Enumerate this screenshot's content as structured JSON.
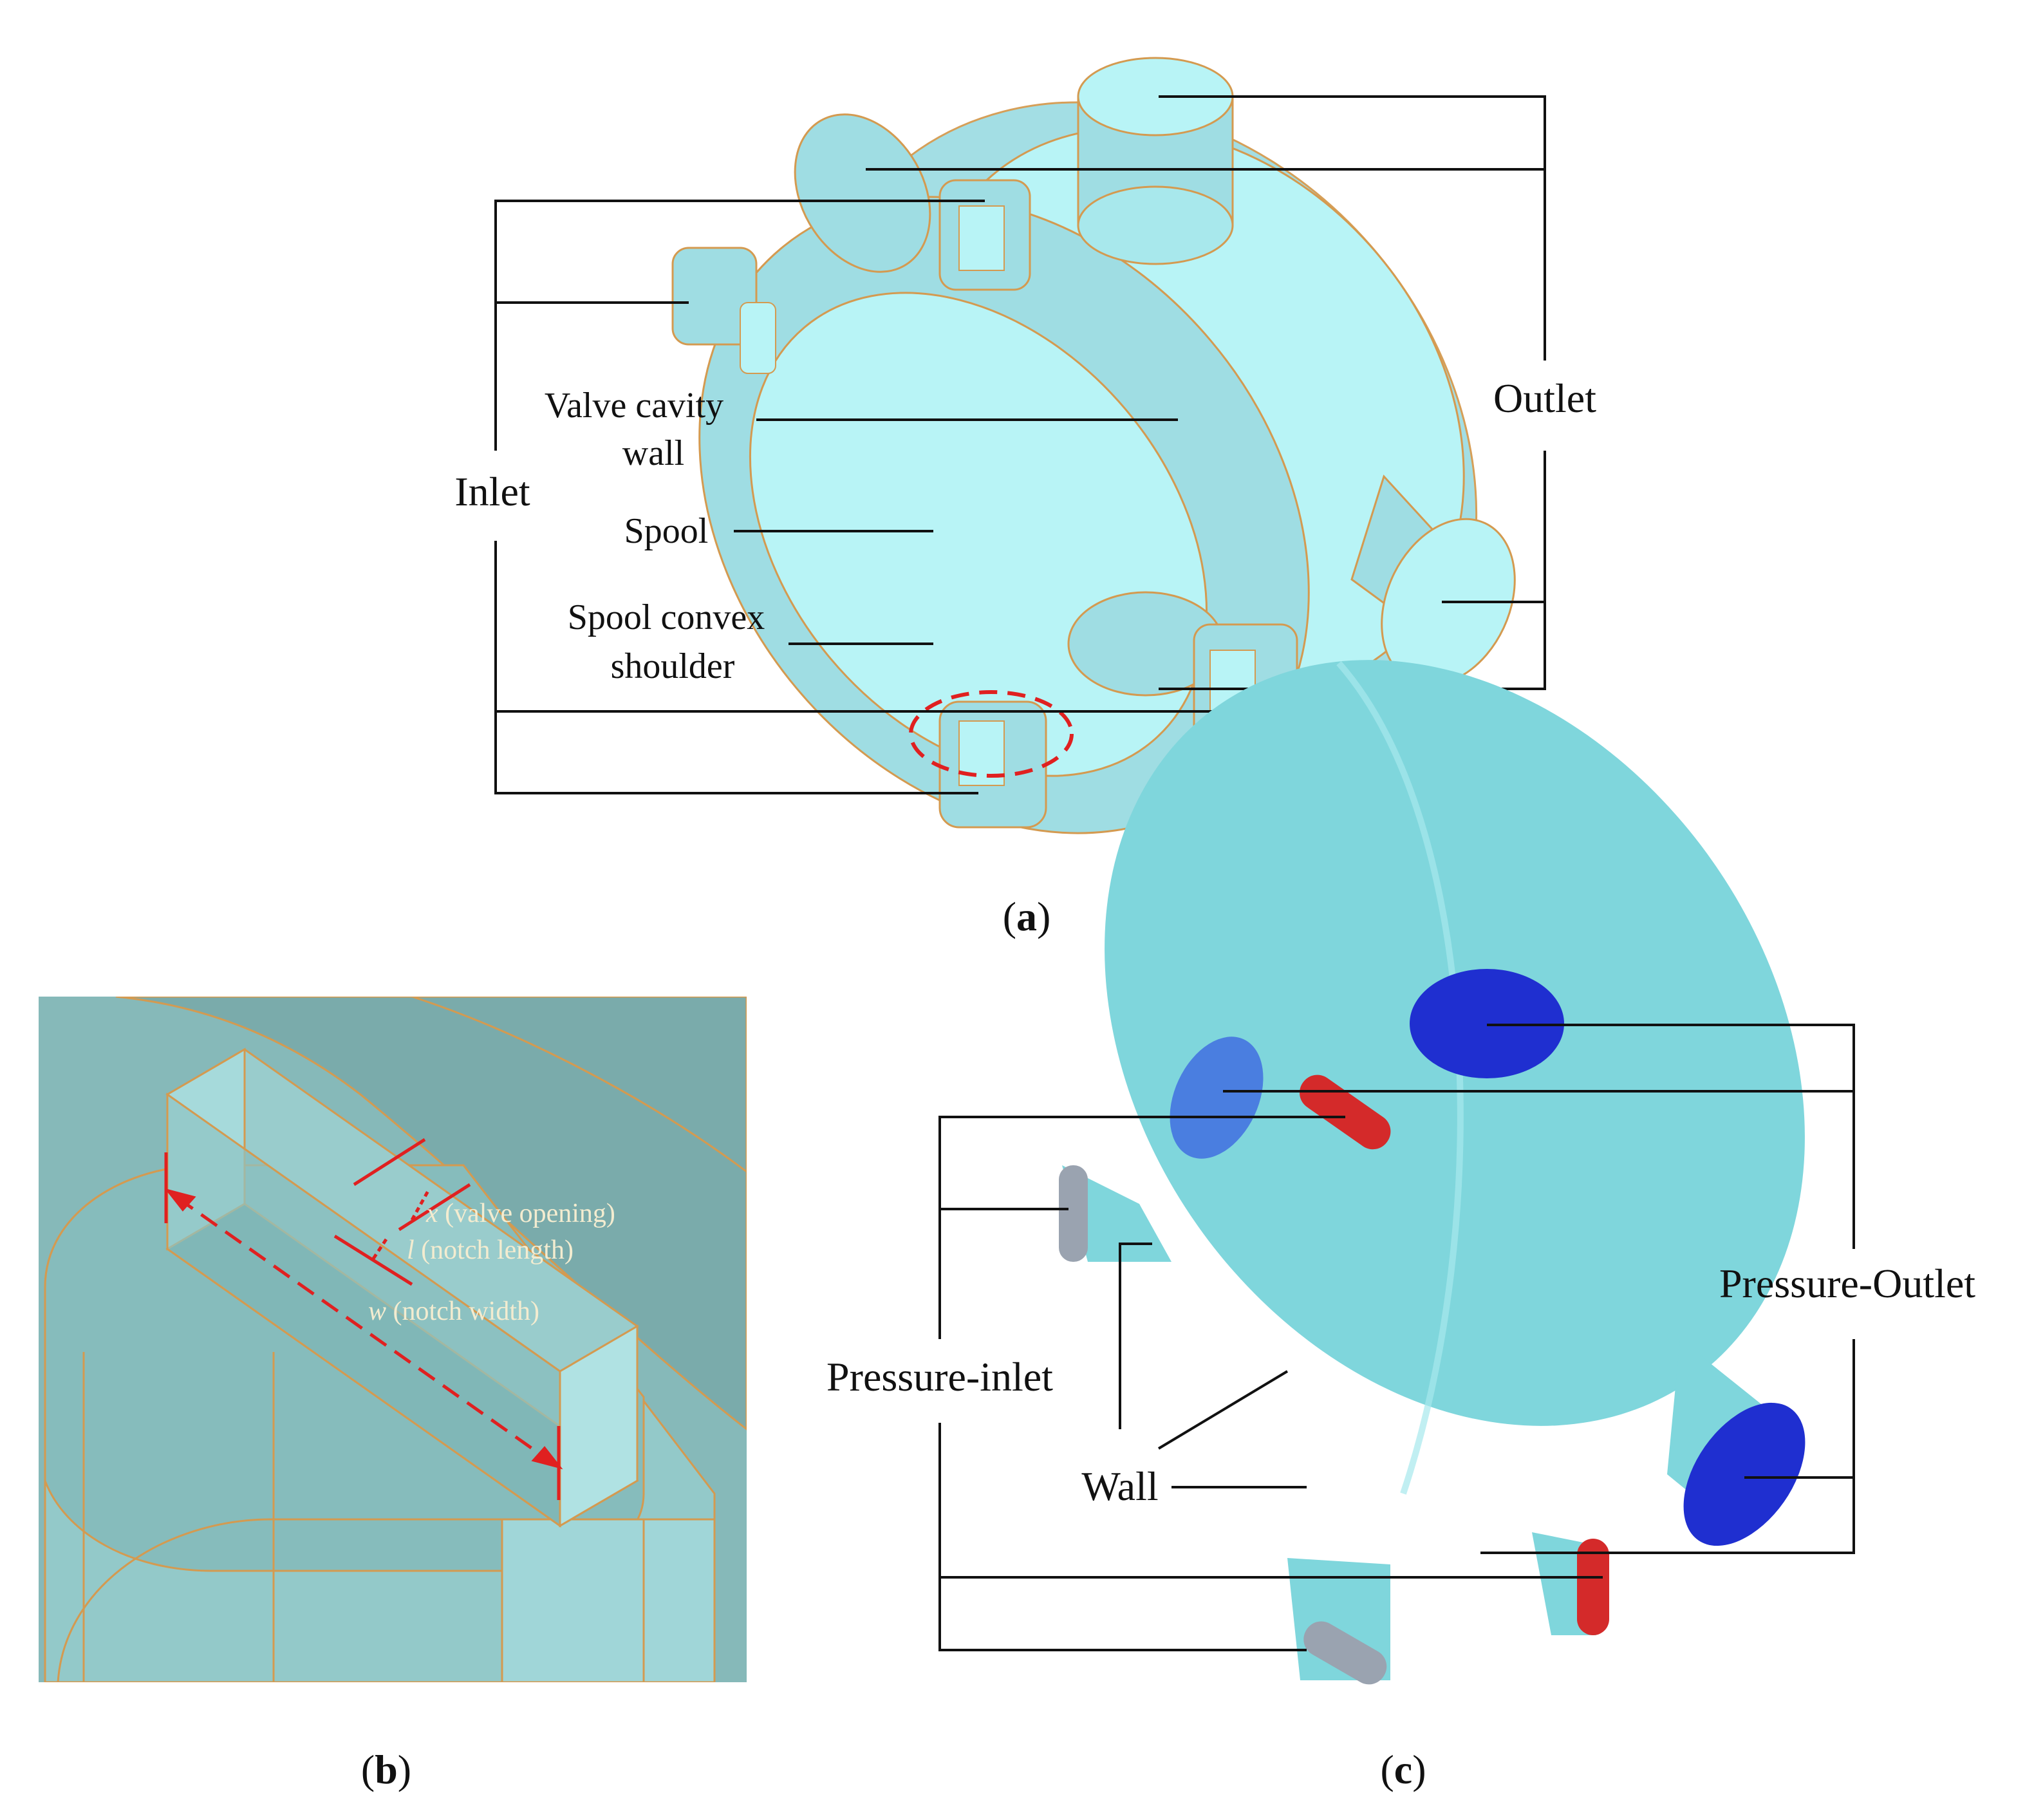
{
  "panel_a": {
    "labels": {
      "inlet": "Inlet",
      "outlet": "Outlet",
      "valve_cavity_wall_line1": "Valve cavity",
      "valve_cavity_wall_line2": "wall",
      "spool": "Spool",
      "spool_convex_shoulder_line1": "Spool convex",
      "spool_convex_shoulder_line2": "shoulder"
    },
    "caption_letter": "a"
  },
  "panel_b": {
    "dimensions": {
      "x_symbol": "x",
      "x_text": "(valve opening)",
      "l_symbol": "l",
      "l_text": "(notch length)",
      "w_symbol": "w",
      "w_text": "(notch width)"
    },
    "caption_letter": "b"
  },
  "panel_c": {
    "labels": {
      "pressure_inlet": "Pressure-inlet",
      "pressure_outlet": "Pressure-Outlet",
      "wall": "Wall"
    },
    "caption_letter": "c"
  },
  "colors": {
    "body_cyan": "#9fdde3",
    "body_cyan_light": "#b8f4f6",
    "body_edge": "#d49a50",
    "panel_b_fill": "#86b9b9",
    "mesh_cyan": "#7fd6dc",
    "outlet_blue": "#1f2fd0",
    "inlet_red": "#d42a2a",
    "highlight_red": "#e02020"
  }
}
